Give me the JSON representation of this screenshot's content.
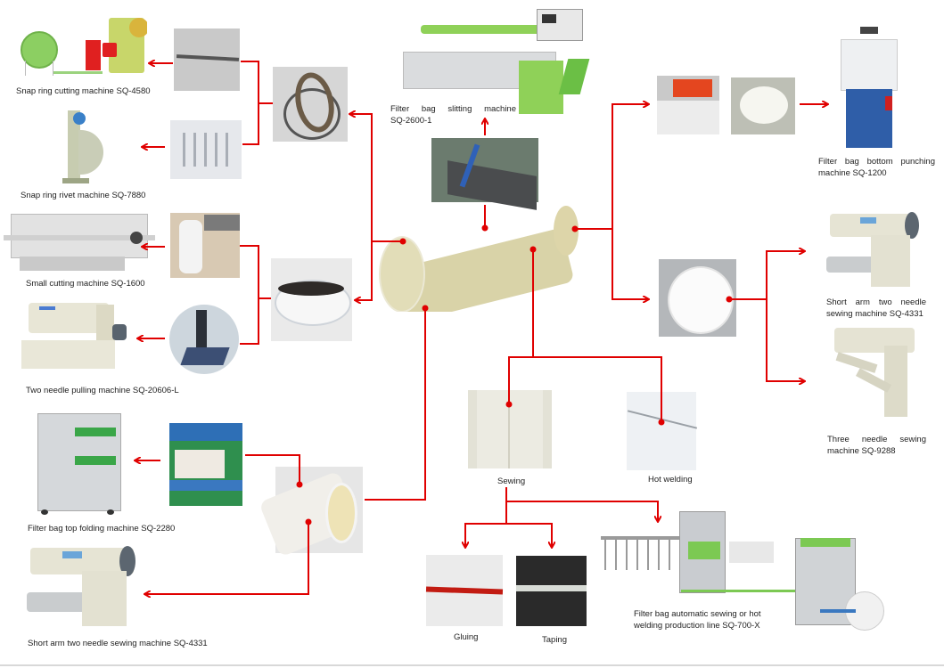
{
  "diagram": {
    "title": "Filter bag production process flow",
    "accent_color": "#e00000",
    "center": {
      "name": "filter-bag",
      "description": "Finished filter bag (beige)"
    },
    "machines": {
      "snap_ring_cutting": "Snap ring cutting machine SQ-4580",
      "snap_ring_rivet": "Snap ring rivet machine SQ-7880",
      "small_cutting": "Small cutting machine SQ-1600",
      "two_needle_pulling": "Two needle pulling machine SQ-20606-L",
      "top_folding": "Filter bag top folding machine SQ-2280",
      "short_arm_left": "Short arm two needle sewing machine SQ-4331",
      "slitting_line1": "Filter bag slitting machine",
      "slitting_line2": "SQ-2600-1",
      "bottom_punching_line1": "Filter bag bottom punching",
      "bottom_punching_line2": "machine SQ-1200",
      "short_arm_right_line1": "Short arm two needle",
      "short_arm_right_line2": "sewing machine SQ-4331",
      "three_needle_line1": "Three needle sewing",
      "three_needle_line2": "machine SQ-9288",
      "production_line_line1": "Filter bag automatic sewing or hot",
      "production_line_line2": "welding production line SQ-700-X"
    },
    "processes": {
      "sewing": "Sewing",
      "hot_welding": "Hot welding",
      "gluing": "Gluing",
      "taping": "Taping"
    }
  }
}
